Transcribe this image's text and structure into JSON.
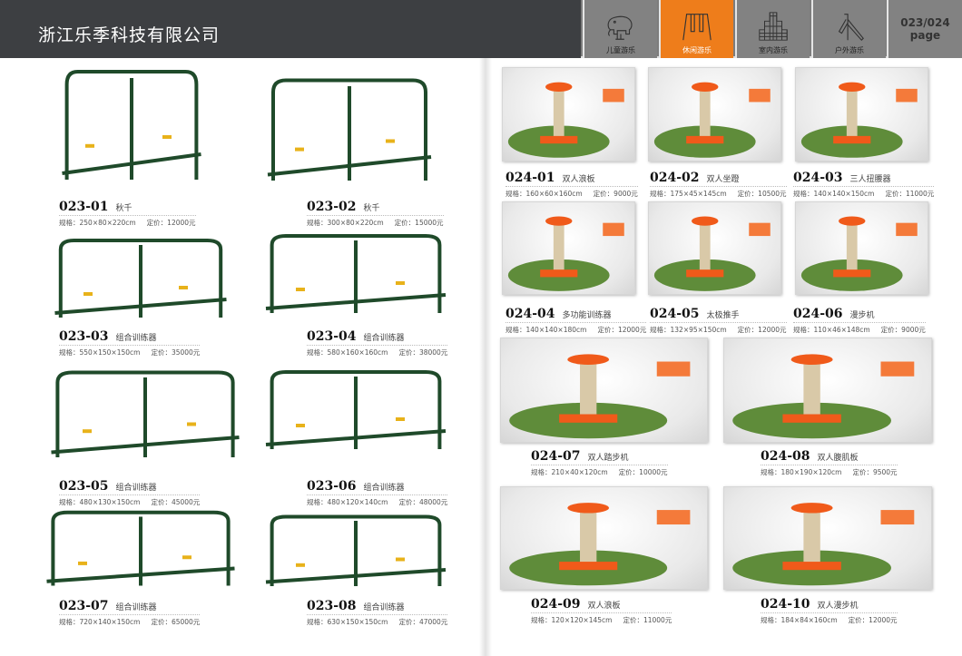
{
  "header": {
    "company": "浙江乐季科技有限公司",
    "tabs": [
      {
        "label": "儿童游乐",
        "icon": "elephant-icon",
        "active": false
      },
      {
        "label": "休闲游乐",
        "icon": "swing-icon",
        "active": true
      },
      {
        "label": "室内游乐",
        "icon": "climbing-frame-icon",
        "active": false
      },
      {
        "label": "户外游乐",
        "icon": "slide-icon",
        "active": false
      }
    ],
    "page_line1": "023/024",
    "page_line2": "page",
    "accent": "#ee7d1b"
  },
  "spec_label": "规格：",
  "price_label": "定价：",
  "left_products": [
    {
      "code": "023-01",
      "name": "秋千",
      "size": "250×80×220cm",
      "price": "12000元"
    },
    {
      "code": "023-02",
      "name": "秋千",
      "size": "300×80×220cm",
      "price": "15000元"
    },
    {
      "code": "023-03",
      "name": "组合训练器",
      "size": "550×150×150cm",
      "price": "35000元"
    },
    {
      "code": "023-04",
      "name": "组合训练器",
      "size": "580×160×160cm",
      "price": "38000元"
    },
    {
      "code": "023-05",
      "name": "组合训练器",
      "size": "480×130×150cm",
      "price": "45000元"
    },
    {
      "code": "023-06",
      "name": "组合训练器",
      "size": "480×120×140cm",
      "price": "48000元"
    },
    {
      "code": "023-07",
      "name": "组合训练器",
      "size": "720×140×150cm",
      "price": "65000元"
    },
    {
      "code": "023-08",
      "name": "组合训练器",
      "size": "630×150×150cm",
      "price": "47000元"
    }
  ],
  "right_products": [
    {
      "code": "024-01",
      "name": "双人浪板",
      "size": "160×60×160cm",
      "price": "9000元"
    },
    {
      "code": "024-02",
      "name": "双人坐蹬",
      "size": "175×45×145cm",
      "price": "10500元"
    },
    {
      "code": "024-03",
      "name": "三人扭腰器",
      "size": "140×140×150cm",
      "price": "11000元"
    },
    {
      "code": "024-04",
      "name": "多功能训练器",
      "size": "140×140×180cm",
      "price": "12000元"
    },
    {
      "code": "024-05",
      "name": "太极推手",
      "size": "132×95×150cm",
      "price": "12000元"
    },
    {
      "code": "024-06",
      "name": "漫步机",
      "size": "110×46×148cm",
      "price": "9000元"
    },
    {
      "code": "024-07",
      "name": "双人踏步机",
      "size": "210×40×120cm",
      "price": "10000元"
    },
    {
      "code": "024-08",
      "name": "双人腹肌板",
      "size": "180×190×120cm",
      "price": "9500元"
    },
    {
      "code": "024-09",
      "name": "双人浪板",
      "size": "120×120×145cm",
      "price": "11000元"
    },
    {
      "code": "024-10",
      "name": "双人漫步机",
      "size": "184×84×160cm",
      "price": "12000元"
    }
  ]
}
